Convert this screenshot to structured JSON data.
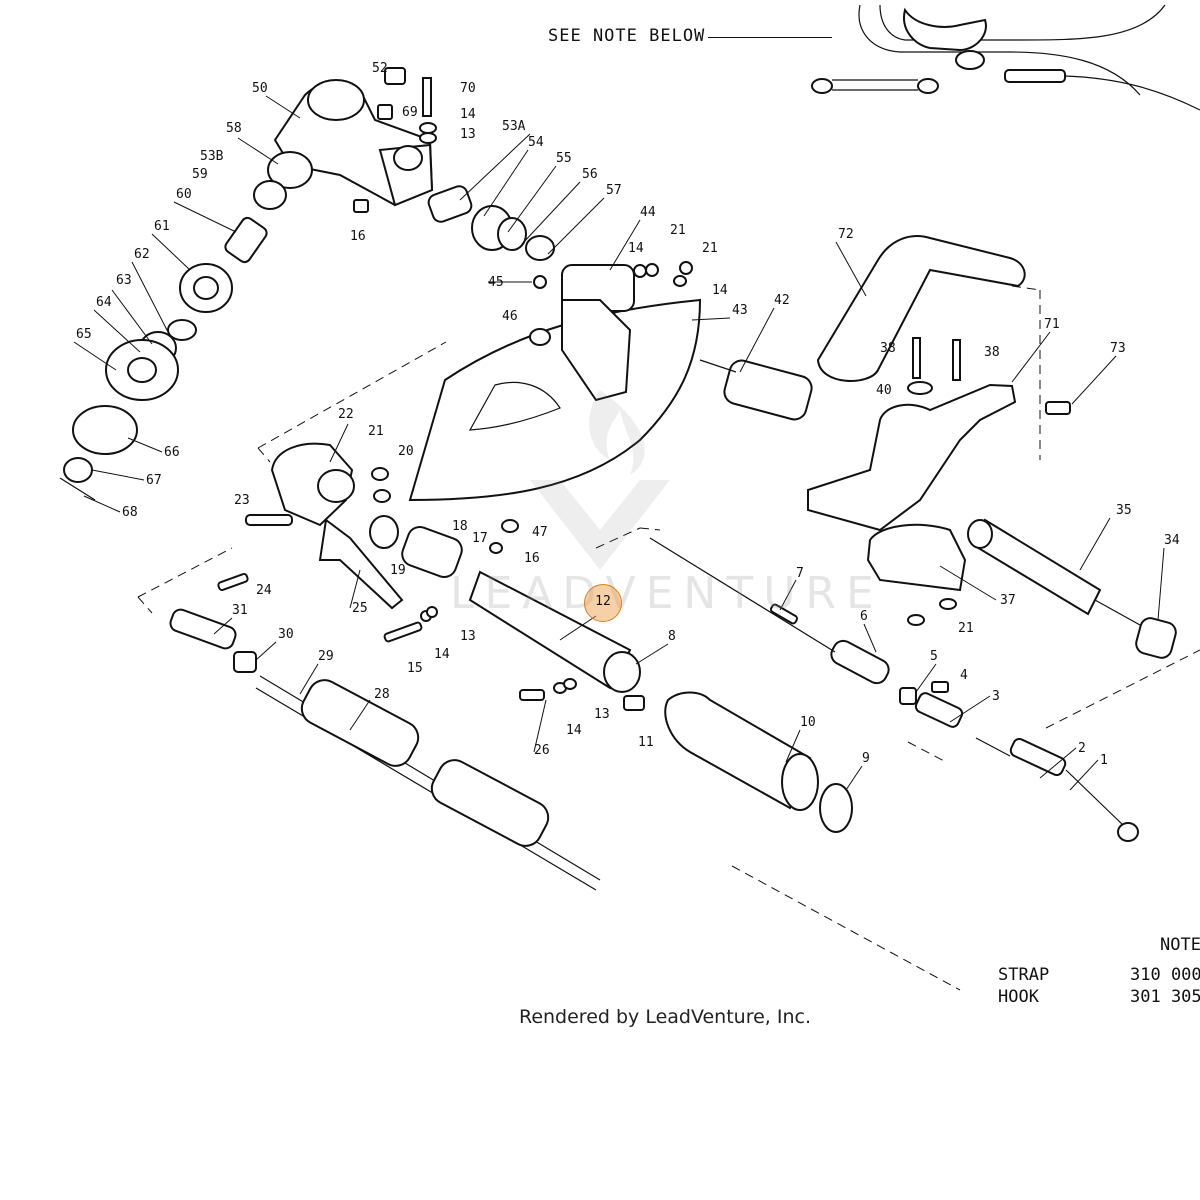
{
  "see_note": "SEE NOTE BELOW",
  "note": {
    "title": "NOTE",
    "rows": [
      {
        "name": "STRAP",
        "part": "310 000"
      },
      {
        "name": "HOOK",
        "part": "301 305"
      }
    ]
  },
  "credit": "Rendered by LeadVenture, Inc.",
  "watermark": "LEADVENTURE",
  "highlight_callout": "12",
  "callouts": [
    "1",
    "2",
    "3",
    "4",
    "5",
    "6",
    "7",
    "8",
    "9",
    "10",
    "11",
    "12",
    "13",
    "13",
    "13",
    "14",
    "14",
    "14",
    "14",
    "14",
    "15",
    "16",
    "16",
    "17",
    "18",
    "19",
    "20",
    "21",
    "21",
    "21",
    "21",
    "22",
    "23",
    "24",
    "25",
    "26",
    "28",
    "29",
    "30",
    "31",
    "34",
    "35",
    "37",
    "38",
    "38",
    "40",
    "42",
    "43",
    "44",
    "45",
    "46",
    "47",
    "50",
    "52",
    "53A",
    "53B",
    "54",
    "55",
    "56",
    "57",
    "58",
    "59",
    "60",
    "61",
    "62",
    "63",
    "64",
    "65",
    "66",
    "67",
    "68",
    "69",
    "70",
    "71",
    "72",
    "73"
  ]
}
